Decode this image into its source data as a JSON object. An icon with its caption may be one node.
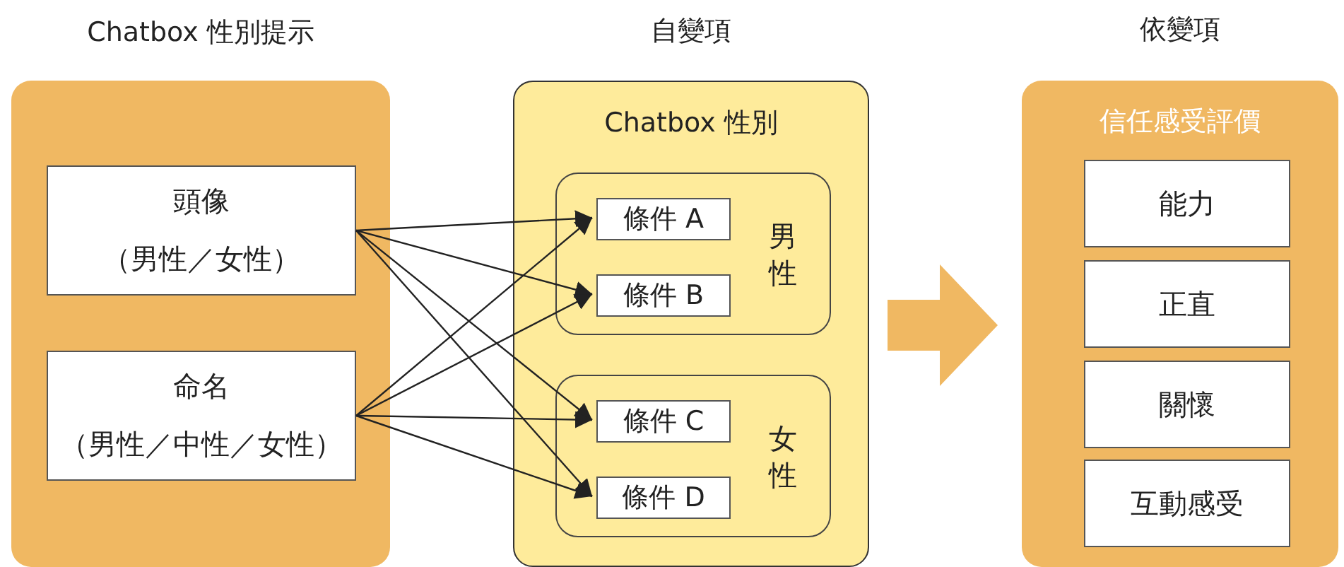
{
  "diagram": {
    "nodes": [
      {
        "text": [
          "Chatbox 性別提示"
        ]
      },
      {
        "text": [
          "頭像",
          "（男性／女性）"
        ],
        "in": 0
      },
      {
        "text": [
          "命名",
          "（男性／中性／女性）"
        ],
        "in": 0
      },
      {
        "text": [
          "自變項",
          "Chatbox 性別"
        ]
      },
      {
        "text": [
          "男性"
        ],
        "in": 3
      },
      {
        "text": [
          "條件 A"
        ],
        "in": 4
      },
      {
        "text": [
          "條件 B"
        ],
        "in": 4
      },
      {
        "text": [
          "女性"
        ],
        "in": 3
      },
      {
        "text": [
          "條件 C"
        ],
        "in": 7
      },
      {
        "text": [
          "條件 D"
        ],
        "in": 7
      },
      {
        "text": [
          "依變項",
          "信任感受評價"
        ]
      },
      {
        "text": [
          "能力"
        ],
        "in": 10
      },
      {
        "text": [
          "正直"
        ],
        "in": 10
      },
      {
        "text": [
          "關懷"
        ],
        "in": 10
      },
      {
        "text": [
          "互動感受"
        ],
        "in": 10
      }
    ],
    "edges": [
      {
        "from": 1,
        "to": 5,
        "arrow": "to"
      },
      {
        "from": 1,
        "to": 6,
        "arrow": "to"
      },
      {
        "from": 1,
        "to": 8,
        "arrow": "to"
      },
      {
        "from": 1,
        "to": 9,
        "arrow": "to"
      },
      {
        "from": 2,
        "to": 5,
        "arrow": "to"
      },
      {
        "from": 2,
        "to": 6,
        "arrow": "to"
      },
      {
        "from": 2,
        "to": 8,
        "arrow": "to"
      },
      {
        "from": 2,
        "to": 9,
        "arrow": "to"
      },
      {
        "from": 3,
        "to": 10,
        "arrow": "to",
        "style": "thick",
        "color": "#f0b862"
      }
    ]
  }
}
